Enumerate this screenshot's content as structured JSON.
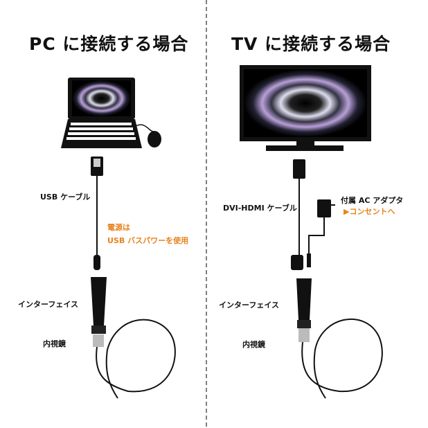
{
  "left": {
    "title": "PC に接続する場合",
    "cable_label": "USB ケーブル",
    "power_line1": "電源は",
    "power_line2": "USB バスパワーを使用",
    "interface_label": "インターフェイス",
    "scope_label": "内視鏡"
  },
  "right": {
    "title": "TV に接続する場合",
    "cable_label": "DVI-HDMI ケーブル",
    "adapter_label": "付属 AC アダプタ",
    "outlet_label": "▶コンセントへ",
    "interface_label": "インターフェイス",
    "scope_label": "内視鏡"
  },
  "colors": {
    "accent": "#e8821e",
    "divider": "#555555"
  }
}
